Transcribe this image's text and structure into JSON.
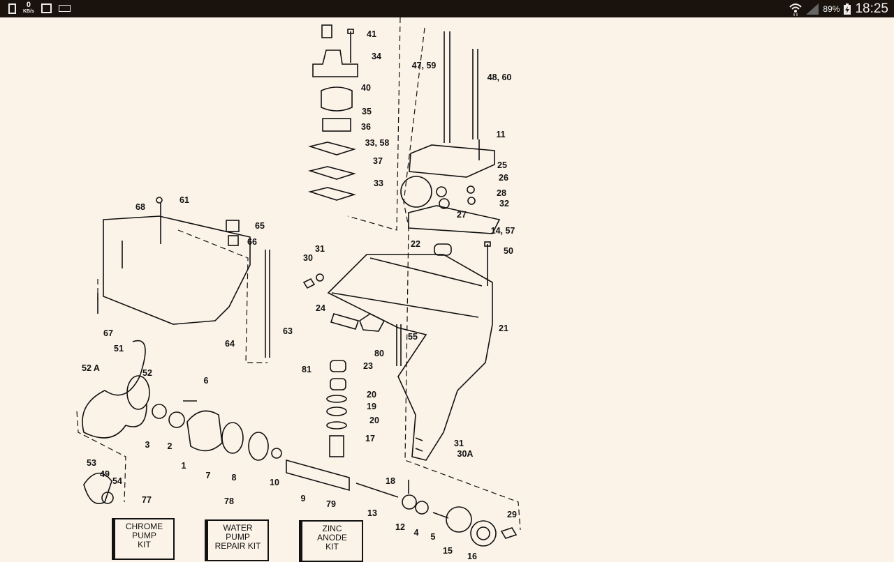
{
  "status_bar": {
    "left_icons": [
      "sim-icon",
      "image-icon",
      "battery-saver-icon"
    ],
    "network_speed_value": "0",
    "network_speed_unit": "KB/s",
    "right_icons": [
      "wifi-icon",
      "signal-icon",
      "battery-charging-icon"
    ],
    "battery_percent": "89%",
    "time": "18:25"
  },
  "diagram": {
    "part_labels": [
      "41",
      "34",
      "40",
      "35",
      "36",
      "33, 58",
      "37",
      "33",
      "47, 59",
      "48, 60",
      "11",
      "25",
      "26",
      "28",
      "32",
      "27",
      "14, 57",
      "61",
      "68",
      "65",
      "66",
      "22",
      "50",
      "31",
      "30",
      "24",
      "21",
      "55",
      "80",
      "23",
      "81",
      "67",
      "64",
      "63",
      "51",
      "52 A",
      "52",
      "6",
      "20",
      "19",
      "20",
      "17",
      "31",
      "30A",
      "3",
      "2",
      "1",
      "7",
      "8",
      "10",
      "9",
      "53",
      "49",
      "54",
      "18",
      "13",
      "12",
      "4",
      "5",
      "15",
      "16",
      "29",
      "77",
      "78",
      "79"
    ],
    "kits": [
      {
        "label": "CHROME PUMP KIT",
        "lines": [
          "CHROME",
          "PUMP",
          "KIT"
        ]
      },
      {
        "label": "WATER PUMP REPAIR KIT",
        "lines": [
          "WATER",
          "PUMP",
          "REPAIR KIT"
        ]
      },
      {
        "label": "ZINC ANODE KIT",
        "lines": [
          "ZINC",
          "ANODE",
          "KIT"
        ]
      }
    ]
  }
}
